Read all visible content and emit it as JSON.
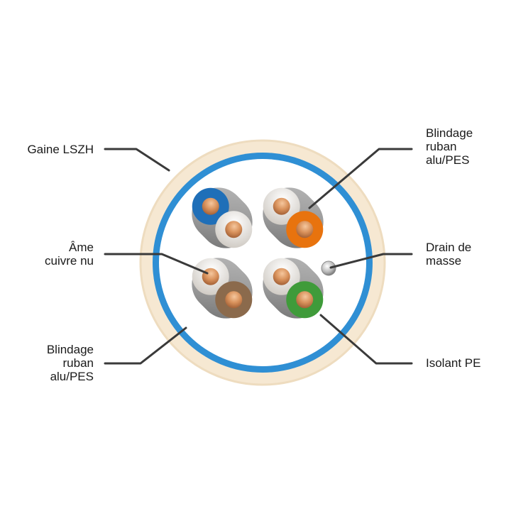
{
  "labels": {
    "gaine": "Gaine LSZH",
    "ame": "Âme\ncuivre nu",
    "blindage_bottom": "Blindage\nruban\nalu/PES",
    "blindage_top": "Blindage\nruban\nalu/PES",
    "drain": "Drain de\nmasse",
    "isolant": "Isolant PE"
  },
  "colors": {
    "jacket": "#f6e8d2",
    "shield": "#2f8fd4",
    "pair_blue": "#1f6fb8",
    "pair_orange": "#e8730e",
    "pair_brown": "#8b6a4c",
    "pair_green": "#3f9b3a",
    "copper": "#d9925c",
    "leader": "#3a3a3a"
  }
}
